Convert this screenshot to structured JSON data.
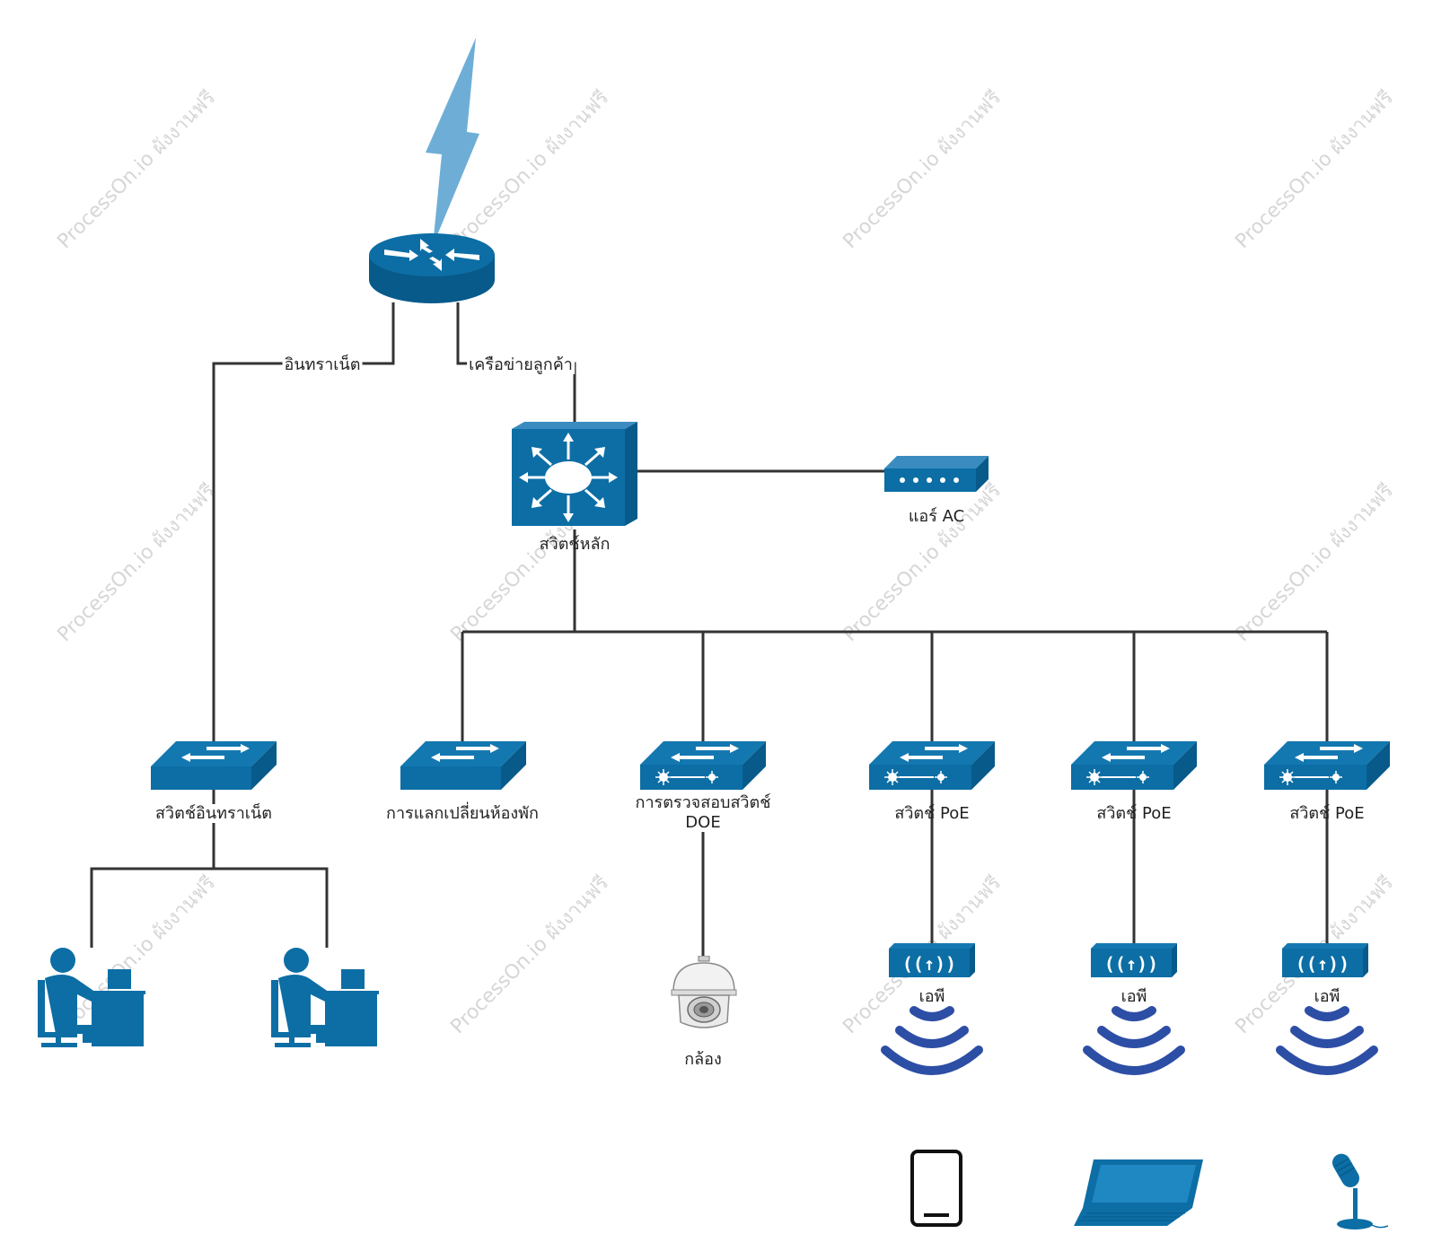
{
  "labels": {
    "intranet_link": "อินทราเน็ต",
    "customer_link": "เครือข่ายลูกค้า",
    "core_switch": "สวิตช์หลัก",
    "ac": "แอร์ AC",
    "intranet_switch": "สวิตช์อินทราเน็ต",
    "dorm_switch": "การแลกเปลี่ยนห้องพัก",
    "monitor_switch_line1": "การตรวจสอบสวิตช์",
    "monitor_switch_line2": "DOE",
    "poe_switch_1": "สวิตช์ PoE",
    "poe_switch_2": "สวิตช์ PoE",
    "poe_switch_3": "สวิตช์ PoE",
    "camera": "กล้อง",
    "ap_1": "เอพี",
    "ap_2": "เอพี",
    "ap_3": "เอพี"
  },
  "watermark": "ProcessOn.io ผังงานฟรี",
  "colors": {
    "device_blue": "#0c6ea5",
    "device_blue_dark": "#075a8a",
    "lightning": "#6eaed6",
    "wifi": "#2d4ea5",
    "line": "#333333"
  },
  "icons": {
    "router": "router-icon",
    "lightning": "lightning-icon",
    "core_switch": "multilayer-switch-icon",
    "ac": "access-controller-icon",
    "switch": "switch-icon",
    "poe_switch": "poe-switch-icon",
    "camera": "ptz-camera-icon",
    "ap": "access-point-icon",
    "wifi": "wifi-signal-icon",
    "user": "workstation-user-icon",
    "tablet": "tablet-icon",
    "laptop": "laptop-icon",
    "microphone": "microphone-icon"
  }
}
